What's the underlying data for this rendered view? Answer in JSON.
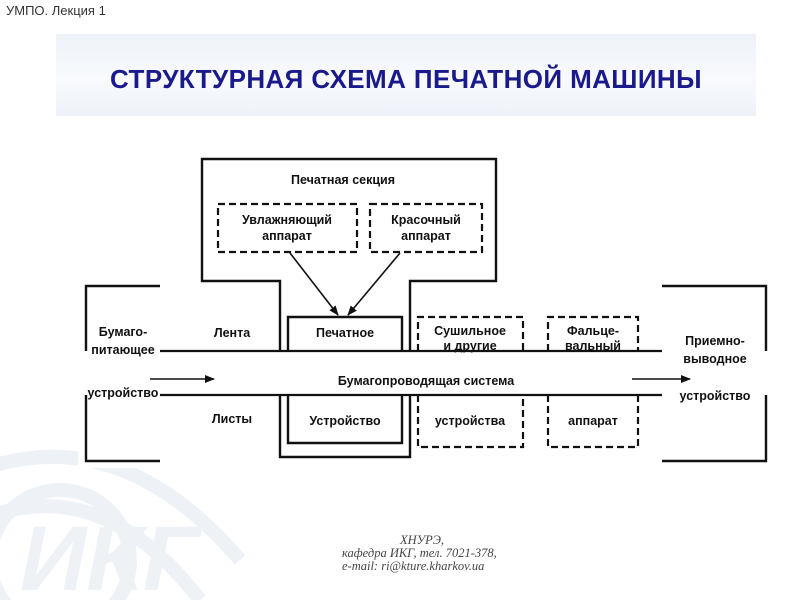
{
  "header": {
    "lecture_label": "УМПО. Лекция 1"
  },
  "title": "СТРУКТУРНАЯ СХЕМА ПЕЧАТНОЙ МАШИНЫ",
  "watermark_text": "ИКГ",
  "diagram": {
    "print_section": "Печатная секция",
    "dampening": [
      "Увлажняющий",
      "аппарат"
    ],
    "inking": [
      "Красочный",
      "аппарат"
    ],
    "feeder": [
      "Бумаго-",
      "питающее",
      "устройство"
    ],
    "web": "Лента",
    "sheets": "Листы",
    "printing_top": "Печатное",
    "printing_bottom": "Устройство",
    "drying_top": [
      "Сушильное",
      "и другие"
    ],
    "drying_bottom": "устройства",
    "folding_top": [
      "Фальце-",
      "вальный"
    ],
    "folding_bottom": "аппарат",
    "delivery": [
      "Приемно-",
      "выводное",
      "устройство"
    ],
    "paper_path": "Бумагопроводящая система"
  },
  "footer": {
    "line1": "ХНУРЭ,",
    "line2": "кафедра ИКГ, тел. 7021-378,",
    "line3": "e-mail: ri@kture.kharkov.ua"
  },
  "colors": {
    "title": "#1a1a8c",
    "band": "#eef2f8",
    "watermark": "#eef1f6"
  }
}
